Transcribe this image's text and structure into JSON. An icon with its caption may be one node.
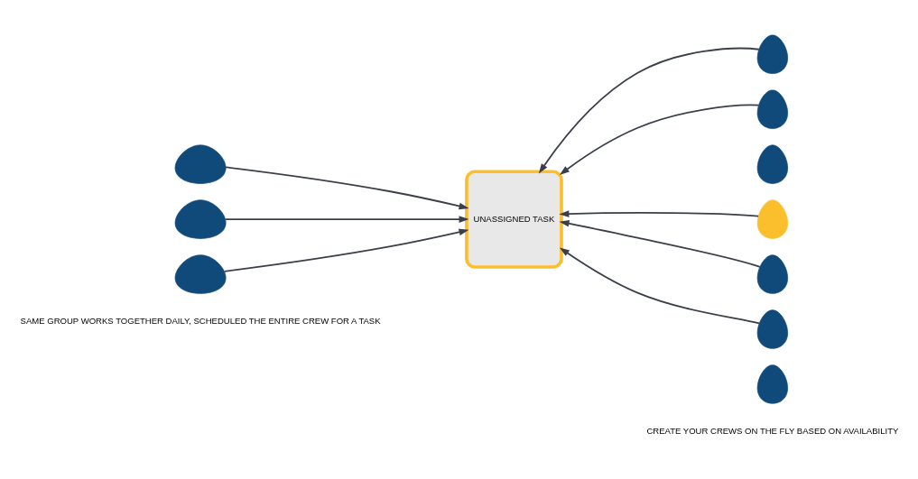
{
  "diagram": {
    "nodes": [
      {
        "text": [],
        "shape": "person"
      },
      {
        "text": [],
        "shape": "person"
      },
      {
        "text": [],
        "shape": "person"
      },
      {
        "text": [
          "UNASSIGNED TASK"
        ]
      },
      {
        "text": [],
        "shape": "person"
      },
      {
        "text": [],
        "shape": "person"
      },
      {
        "text": [],
        "shape": "person"
      },
      {
        "text": [],
        "shape": "person"
      },
      {
        "text": [],
        "shape": "person"
      },
      {
        "text": [],
        "shape": "person"
      },
      {
        "text": [],
        "shape": "person"
      }
    ],
    "edges": [
      {
        "from": 0,
        "to": 3,
        "arrow": "to"
      },
      {
        "from": 1,
        "to": 3,
        "arrow": "to"
      },
      {
        "from": 2,
        "to": 3,
        "arrow": "to"
      },
      {
        "from": 4,
        "to": 3,
        "arrow": "to"
      },
      {
        "from": 5,
        "to": 3,
        "arrow": "to"
      },
      {
        "from": 7,
        "to": 3,
        "arrow": "to"
      },
      {
        "from": 8,
        "to": 3,
        "arrow": "to"
      },
      {
        "from": 9,
        "to": 3,
        "arrow": "to"
      }
    ],
    "labels": [
      "SAME GROUP WORKS TOGETHER DAILY, SCHEDULED THE ENTIRE CREW FOR A TASK",
      "CREATE YOUR CREWS ON THE FLY BASED ON AVAILABILITY"
    ]
  }
}
